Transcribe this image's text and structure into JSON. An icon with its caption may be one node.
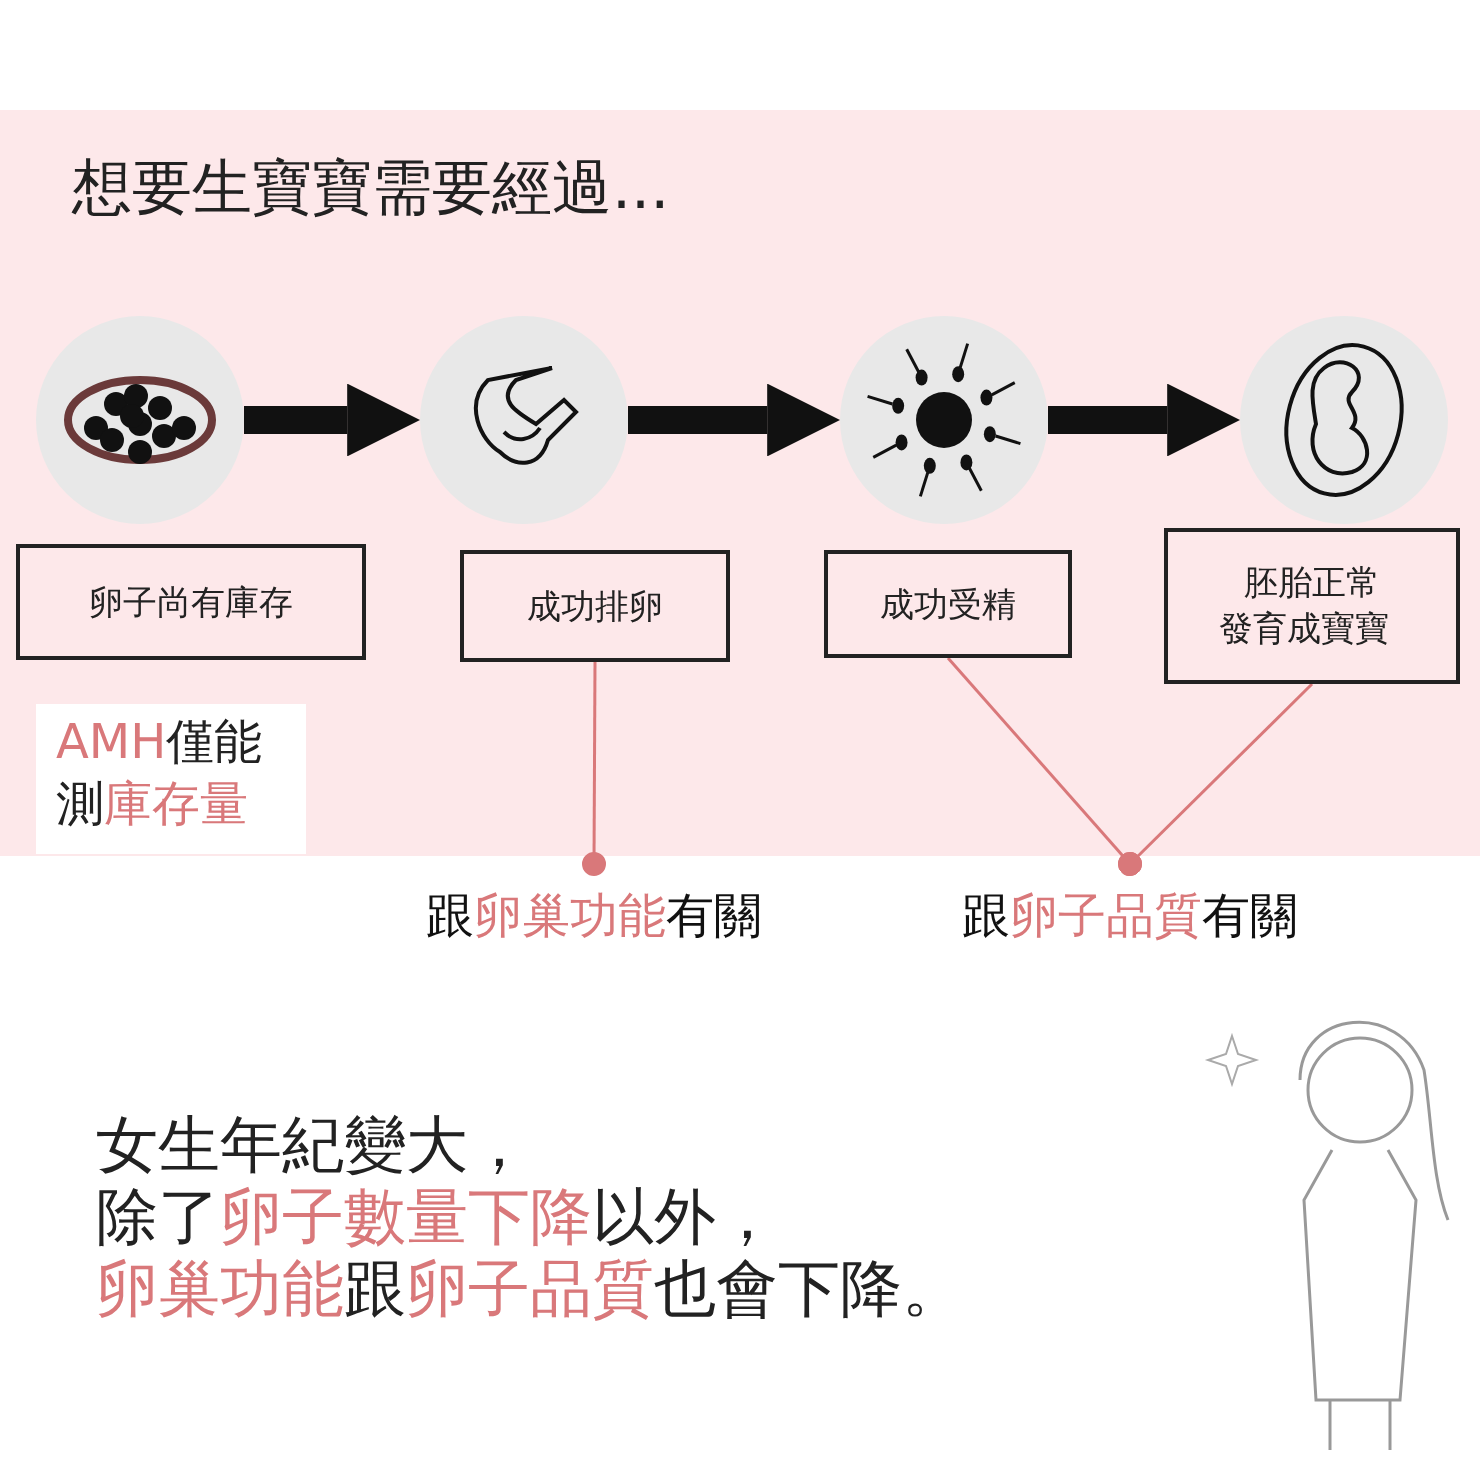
{
  "diagram": {
    "title": "想要生寶寶需要經過...",
    "nodes": [
      {
        "text": [],
        "shape": "picture"
      },
      {
        "text": [],
        "shape": "picture"
      },
      {
        "text": [],
        "shape": "picture"
      },
      {
        "text": [],
        "shape": "picture"
      },
      {
        "text": [
          "卵子尚有庫存"
        ]
      },
      {
        "text": [
          "成功排卵"
        ]
      },
      {
        "text": [
          "成功受精"
        ]
      },
      {
        "text": [
          "胚胎正常發育成寶寶"
        ]
      },
      {
        "text": [
          "跟**卵巢功能**有關"
        ]
      },
      {
        "text": [
          "跟**卵子品質**有關"
        ]
      }
    ],
    "edges": [
      {
        "from": 0,
        "to": 1,
        "arrow": "to",
        "style": "thick"
      },
      {
        "from": 1,
        "to": 2,
        "arrow": "to",
        "style": "thick"
      },
      {
        "from": 2,
        "to": 3,
        "arrow": "to",
        "style": "thick"
      },
      {
        "from": 5,
        "to": 8,
        "arrow": "other",
        "color": "#d9787a"
      },
      {
        "from": 6,
        "to": 9,
        "arrow": "other",
        "color": "#d9787a"
      },
      {
        "from": 7,
        "to": 9,
        "arrow": "other",
        "color": "#d9787a"
      }
    ],
    "labels": [
      "**AMH**僅能測**庫存量**",
      "女生年紀變大，",
      "除了**卵子數量下降**以外，",
      "**卵巢功能**跟**卵子品質**也會下降。"
    ]
  }
}
